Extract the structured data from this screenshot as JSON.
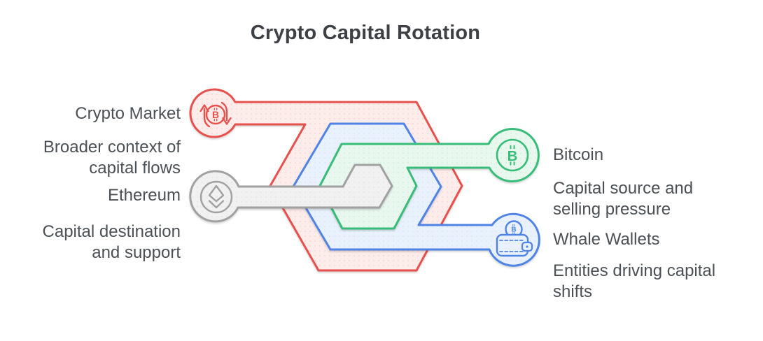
{
  "title": "Crypto Capital Rotation",
  "glyphs": {
    "btc": "B"
  },
  "colors": {
    "red": {
      "stroke": "#e7514d",
      "fill": "#fcecea",
      "dot": "#f3d3d1"
    },
    "blue": {
      "stroke": "#4f83e6",
      "fill": "#e9f1fc",
      "dot": "#d5e2f6"
    },
    "green": {
      "stroke": "#38bd78",
      "fill": "#e8f8ef",
      "dot": "#cfead9"
    },
    "gray": {
      "stroke": "#a1a1a1",
      "fill": "#f1f1f2",
      "dot": "#e3e3e3"
    },
    "text": "#4b5055",
    "title_text": "#3d4145"
  },
  "nodes": [
    {
      "name": "Crypto Market",
      "description": "Broader context of capital flows",
      "side": "left",
      "color_key": "red",
      "icon": "bitcoin-rotation-icon"
    },
    {
      "name": "Ethereum",
      "description": "Capital destination and support",
      "side": "left",
      "color_key": "gray",
      "icon": "ethereum-icon"
    },
    {
      "name": "Bitcoin",
      "description": "Capital source and selling pressure",
      "side": "right",
      "color_key": "green",
      "icon": "bitcoin-coin-icon"
    },
    {
      "name": "Whale Wallets",
      "description": "Entities driving capital shifts",
      "side": "right",
      "color_key": "blue",
      "icon": "wallet-lock-icon"
    }
  ]
}
